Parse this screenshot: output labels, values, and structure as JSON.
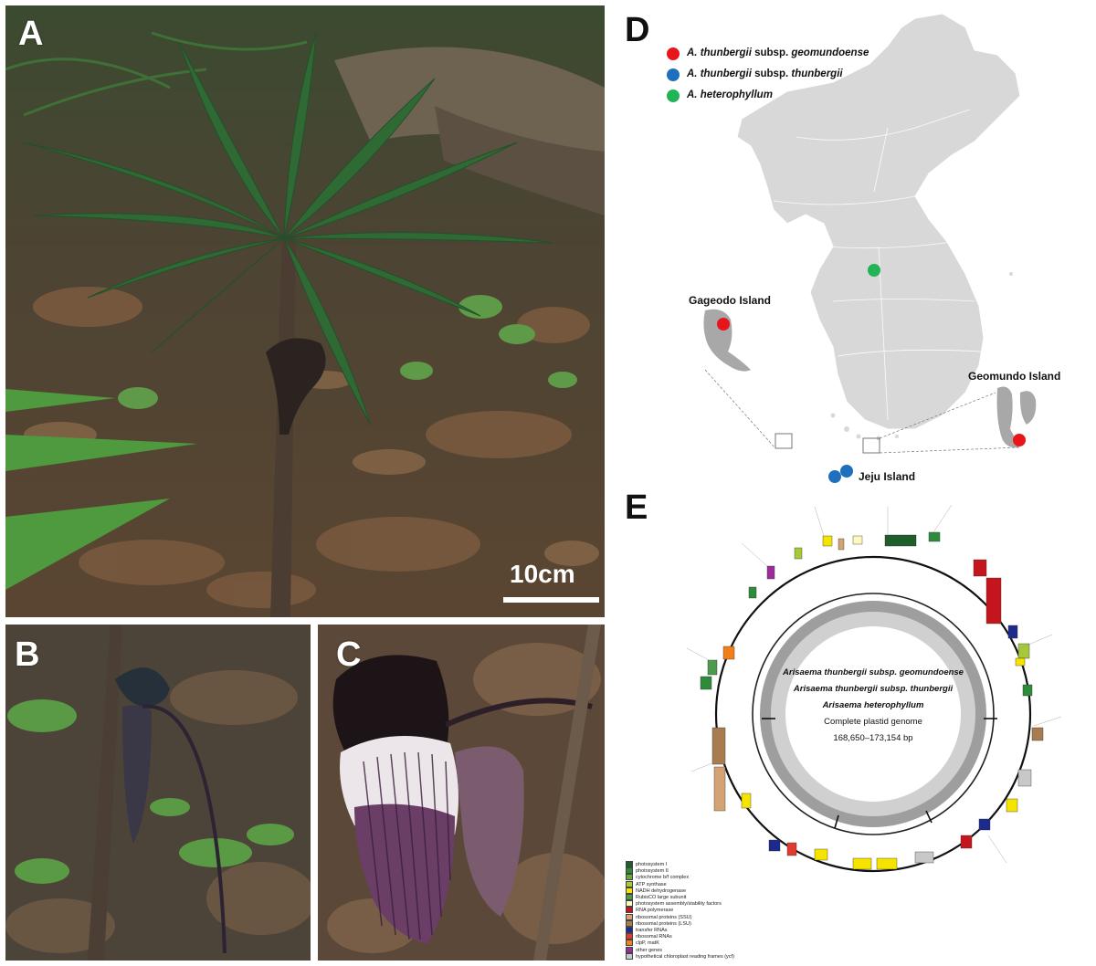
{
  "panels": {
    "a": {
      "letter": "A",
      "scale_bar_label": "10cm"
    },
    "b": {
      "letter": "B"
    },
    "c": {
      "letter": "C"
    },
    "d": {
      "letter": "D",
      "legend": [
        {
          "name_italic": "A. thunbergii",
          "name_rest": " subsp. ",
          "name_italic2": "geomundoense",
          "color": "#e8161b"
        },
        {
          "name_italic": "A. thunbergii",
          "name_rest": " subsp. ",
          "name_italic2": "thunbergii",
          "color": "#1f6fbf"
        },
        {
          "name_italic": "A. heterophyllum",
          "name_rest": "",
          "name_italic2": "",
          "color": "#22b357"
        }
      ],
      "islands": {
        "gageodo": "Gageodo Island",
        "geomundo": "Geomundo Island",
        "jeju": "Jeju Island"
      }
    },
    "e": {
      "letter": "E",
      "center_lines": [
        "Arisaema thunbergii subsp. geomundoense",
        "Arisaema thunbergii subsp. thunbergii",
        "Arisaema heterophyllum",
        "Complete plastid genome",
        "168,650–173,154 bp"
      ],
      "legend": [
        {
          "label": "photosystem I",
          "color": "#1f5d2a"
        },
        {
          "label": "photosystem II",
          "color": "#2e8b3a"
        },
        {
          "label": "cytochrome b/f complex",
          "color": "#6aa83a"
        },
        {
          "label": "ATP synthase",
          "color": "#a6c93a"
        },
        {
          "label": "NADH dehydrogenase",
          "color": "#f5e400"
        },
        {
          "label": "RubisCO large subunit",
          "color": "#4c9a4c"
        },
        {
          "label": "photosystem assembly/stability factors",
          "color": "#fdf7c0"
        },
        {
          "label": "RNA polymerase",
          "color": "#c4161c"
        },
        {
          "label": "ribosomal proteins (SSU)",
          "color": "#d4a373"
        },
        {
          "label": "ribosomal proteins (LSU)",
          "color": "#a97c50"
        },
        {
          "label": "transfer RNAs",
          "color": "#1b2a8c"
        },
        {
          "label": "ribosomal RNAs",
          "color": "#e03a2e"
        },
        {
          "label": "clpP, matK",
          "color": "#f07f1a"
        },
        {
          "label": "other genes",
          "color": "#9b2d9b"
        },
        {
          "label": "hypothetical chloroplast reading frames (ycf)",
          "color": "#c8c8c8"
        }
      ]
    }
  }
}
